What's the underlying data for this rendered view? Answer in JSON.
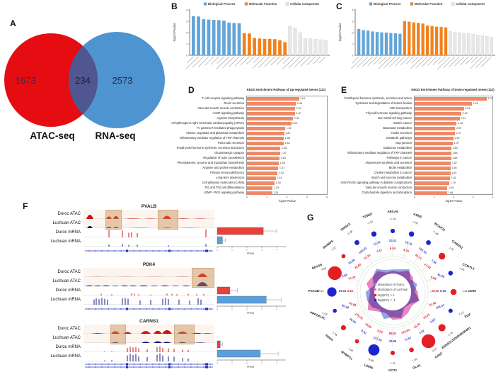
{
  "panels": {
    "a": "A",
    "b": "B",
    "c": "C",
    "d": "D",
    "e": "E",
    "f": "F",
    "g": "G"
  },
  "chart_data": [
    {
      "id": "A",
      "type": "venn",
      "left_label": "ATAC-seq",
      "right_label": "RNA-seq",
      "left_value": "1673",
      "overlap_value": "234",
      "right_value": "2573",
      "left_color": "#e60d12",
      "right_color": "#4d94d0",
      "overlap_color": "#50568f"
    },
    {
      "id": "B",
      "type": "bar",
      "ylabel": "-log10 Pvalue",
      "ylim": [
        0,
        4
      ],
      "legend_position": "top",
      "xticklabels_note": "rotated GO term labels (illegible at this scale)",
      "series": [
        {
          "name": "Biological Process",
          "color": "#63a5d8",
          "values": [
            3.45,
            3.42,
            3.18,
            3.15,
            3.12,
            3.1,
            3.05,
            2.88,
            2.85,
            2.82
          ]
        },
        {
          "name": "Molecular Function",
          "color": "#f0821e",
          "values": [
            1.95,
            1.92,
            1.52,
            1.48,
            1.45,
            1.45,
            1.42,
            1.32,
            1.15
          ]
        },
        {
          "name": "Cellular Component",
          "color": "#e7e7e7",
          "values": [
            2.55,
            2.42,
            2.02,
            1.48,
            1.46,
            1.42,
            1.38,
            1.32
          ]
        }
      ]
    },
    {
      "id": "C",
      "type": "bar",
      "ylabel": "-log10 Pvalue",
      "ylim": [
        0,
        4
      ],
      "legend_position": "top",
      "xticklabels_note": "rotated GO term labels (illegible at this scale)",
      "series": [
        {
          "name": "Biological Process",
          "color": "#63a5d8",
          "values": [
            2.32,
            2.22,
            2.18,
            2.1,
            2.05,
            2.02,
            2.0,
            1.96,
            1.94,
            1.9
          ]
        },
        {
          "name": "Molecular Function",
          "color": "#f0821e",
          "values": [
            3.02,
            2.96,
            2.9,
            2.86,
            2.8,
            2.62,
            2.58,
            2.52,
            2.5,
            2.46
          ]
        },
        {
          "name": "Cellular Component",
          "color": "#e7e7e7",
          "values": [
            2.1,
            2.05,
            2.0,
            1.96,
            1.92,
            1.86,
            1.8,
            1.74,
            1.68,
            1.6
          ]
        }
      ]
    },
    {
      "id": "D",
      "type": "bar-horizontal",
      "title": "KEGG Enrichment Pathway of Up-regulated Genes (121)",
      "xlabel": "-log10 Pvalue",
      "xlim": [
        0,
        4
      ],
      "bar_color": "#ee8a66",
      "categories": [
        "T cell receptor signaling pathway",
        "Renin secretion",
        "Vascular smooth muscle contraction",
        "cAMP signaling pathway",
        "Arginine biosynthesis",
        "Arrhythmogenic right ventricular cardiomyopathy (ARVC)",
        "Fc gamma R-mediated phagocytosis",
        "Alanine, aspartate and glutamate metabolism",
        "Inflammatory mediator regulation of TRP channels",
        "Pancreatic secretion",
        "Parathyroid hormone synthesis, secretion and action",
        "Glutamatergic synapse",
        "Regulation of actin cytoskeleton",
        "Phenylalanine, tyrosine and tryptophan biosynthesis",
        "Arginine and proline metabolism",
        "Primary immunodeficiency",
        "Long-term depression",
        "Cell adhesion molecules (CAMs)",
        "Th1 and Th2 cell differentiation",
        "cGMP - PKG signaling pathway"
      ],
      "values": [
        2.61,
        2.46,
        2.41,
        2.4,
        2.31,
        2.22,
        1.92,
        1.87,
        1.85,
        1.84,
        1.68,
        1.67,
        1.63,
        1.6,
        1.57,
        1.53,
        1.44,
        1.38,
        1.29,
        1.26
      ]
    },
    {
      "id": "E",
      "type": "bar-horizontal",
      "title": "KEGG Enrichment Pathway of Down-regulated Genes (113)",
      "xlabel": "-log10 Pvalue",
      "xlim": [
        0,
        4
      ],
      "bar_color": "#ee8a66",
      "categories": [
        "Parathyroid hormone synthesis, secretion and action",
        "Synthesis and degradation of ketone bodies",
        "ABC transporters",
        "Thyroid hormone signaling pathway",
        "Non-small cell lung cancer",
        "Gastric cancer",
        "Butanoate metabolism",
        "Insulin secretion",
        "Metabolic pathways",
        "Gap junction",
        "Galactose metabolism",
        "Inflammatory mediator regulation of TRP channels",
        "Pathways in cancer",
        "Aldosterone synthesis and secretion",
        "Biotin metabolism",
        "Choline metabolism in cancer",
        "Starch and sucrose metabolism",
        "AGE-RAGE signaling pathway in diabetic complications",
        "Vascular smooth muscle contraction",
        "Carbohydrate digestion and absorption"
      ],
      "values": [
        3.7,
        2.94,
        2.54,
        2.4,
        2.31,
        2.16,
        2.09,
        2.07,
        1.99,
        1.97,
        1.89,
        1.88,
        1.88,
        1.87,
        1.85,
        1.84,
        1.82,
        1.79,
        1.69,
        1.66
      ]
    },
    {
      "id": "F",
      "type": "genome-tracks",
      "track_labels": [
        "Duroc ATAC",
        "Luchuan ATAC",
        "Duroc mRNA",
        "Luchuan mRNA"
      ],
      "duroc_color": "#cc1111",
      "luchuan_color": "#16167f",
      "highlight_color": "#ca8e52",
      "bar_xlabel": "FPKM",
      "blocks": [
        {
          "gene": "PVALB",
          "fpkm": {
            "duroc": 3.1,
            "duroc_err": 0.9,
            "luchuan": 0.35,
            "luchuan_err": 0.2
          }
        },
        {
          "gene": "PDK4",
          "fpkm": {
            "duroc": 0.85,
            "duroc_err": 0.5,
            "luchuan": 3.3,
            "luchuan_err": 1.0
          }
        },
        {
          "gene": "CARNS1",
          "fpkm": {
            "duroc": 0.2,
            "duroc_err": 0.15,
            "luchuan": 2.9,
            "luchuan_err": 1.2
          }
        }
      ]
    },
    {
      "id": "G",
      "type": "circular",
      "legend": [
        "abundance of Duroc",
        "abundance of Luchuan",
        "log2(FC) > 1",
        "log2(FC) < -1"
      ],
      "duroc_color": "#8a9ae0",
      "luchuan_color": "#e878b8",
      "up_dot_color": "#e31e24",
      "down_dot_color": "#1d24ce",
      "genes": [
        {
          "name": "ABCA6",
          "log2fc": -1.18,
          "duroc": 10.31,
          "luchuan": 6.04
        },
        {
          "name": "ASNS",
          "log2fc": -1.52,
          "duroc": 16.76,
          "luchuan": 5.7
        },
        {
          "name": "BCAP31",
          "log2fc": -1.36,
          "duroc": 101.55,
          "luchuan": 44.72
        },
        {
          "name": "CARNS1",
          "log2fc": 1.97,
          "duroc": 7.99,
          "luchuan": 27.03
        },
        {
          "name": "CCMYL1",
          "log2fc": -1.31,
          "duroc": 35.36,
          "luchuan": 8.08
        },
        {
          "name": "CD59",
          "log2fc": 1.81,
          "duroc": 9.18,
          "luchuan": 29.02
        },
        {
          "name": "EGF",
          "log2fc": -1.12,
          "duroc": 103.51,
          "luchuan": 72.9
        },
        {
          "name": "ENSSSCG00000030451",
          "log2fc": 2.15,
          "duroc": 4.82,
          "luchuan": 15.81
        },
        {
          "name": "G0S2",
          "log2fc": 4.07,
          "duroc": 3.32,
          "luchuan": 41.42
        },
        {
          "name": "GLUL",
          "log2fc": 1.3,
          "duroc": 71.57,
          "luchuan": 104.83
        },
        {
          "name": "GOT1",
          "log2fc": 1.21,
          "duroc": 29.86,
          "luchuan": 89.81
        },
        {
          "name": "LDMN",
          "log2fc": -3.35,
          "duroc": 112.29,
          "luchuan": 9.03
        },
        {
          "name": "MYBPC1",
          "log2fc": 1.08,
          "duroc": 8.42,
          "luchuan": 19.86
        },
        {
          "name": "PDK4",
          "log2fc": 1.45,
          "duroc": 36.9,
          "luchuan": 276.03
        },
        {
          "name": "PPP1R14C",
          "log2fc": -1.03,
          "duroc": 60.39,
          "luchuan": 32.85
        },
        {
          "name": "PVALB",
          "log2fc": -2.84,
          "duroc": 63.18,
          "luchuan": 9.62
        },
        {
          "name": "RDH16",
          "log2fc": 4.06,
          "duroc": 3.69,
          "luchuan": 77.43
        },
        {
          "name": "SH3BP5",
          "log2fc": 1.07,
          "duroc": 23.06,
          "luchuan": 32.6
        },
        {
          "name": "SHISA2",
          "log2fc": -1.38,
          "duroc": 103.63,
          "luchuan": 37.21
        },
        {
          "name": "TDRD7",
          "log2fc": -1.52,
          "duroc": 12.23,
          "luchuan": 4.11
        }
      ]
    }
  ]
}
